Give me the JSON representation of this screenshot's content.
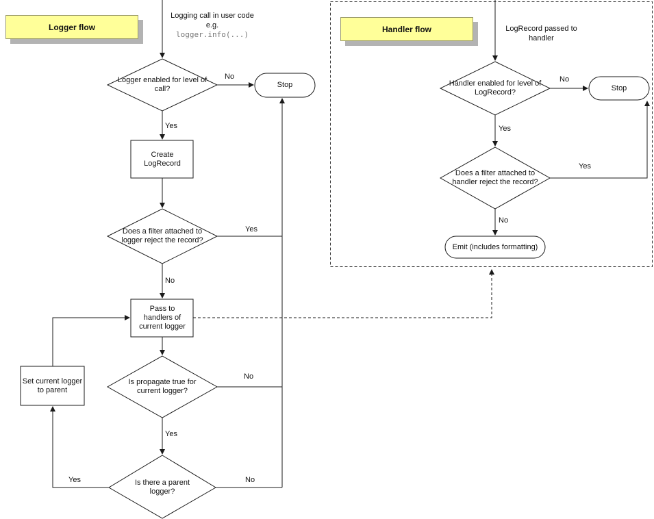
{
  "labels": {
    "yes": "Yes",
    "no": "No",
    "stop": "Stop"
  },
  "logger_flow": {
    "title": "Logger flow",
    "entry_line1": "Logging call in user code",
    "entry_line2": "e.g.",
    "entry_code": "logger.info(...)",
    "d_enabled": "Logger enabled for level of call?",
    "create_record": "Create LogRecord",
    "d_filter": "Does a filter attached to logger reject the record?",
    "pass_handlers": "Pass to handlers of current logger",
    "d_propagate": "Is propagate true for current logger?",
    "d_parent": "Is there a parent logger?",
    "set_parent": "Set current logger to parent"
  },
  "handler_flow": {
    "title": "Handler flow",
    "entry": "LogRecord passed to handler",
    "d_enabled": "Handler enabled for level of LogRecord?",
    "d_filter": "Does a filter attached to handler reject the record?",
    "emit": "Emit (includes formatting)"
  }
}
